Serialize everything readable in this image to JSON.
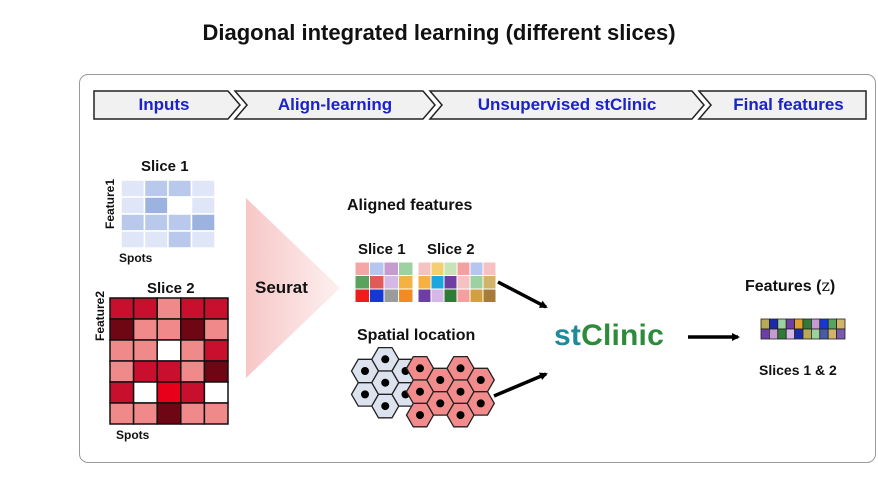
{
  "title": "Diagonal integrated learning (different slices)",
  "steps": [
    "Inputs",
    "Align-learning",
    "Unsupervised stClinic",
    "Final features"
  ],
  "inputs": {
    "slice1": {
      "label": "Slice 1",
      "ylabel": "Feature1",
      "xlabel": "Spots"
    },
    "slice2": {
      "label": "Slice 2",
      "ylabel": "Feature2",
      "xlabel": "Spots"
    }
  },
  "method": "Seurat",
  "aligned": {
    "title": "Aligned features",
    "slice1": "Slice 1",
    "slice2": "Slice 2"
  },
  "spatial": {
    "title": "Spatial location"
  },
  "model": {
    "name_prefix": "st",
    "name_rest": "Clinic"
  },
  "output": {
    "title_prefix": "Features (",
    "symbol": "z",
    "title_suffix": ")",
    "caption": "Slices 1 & 2"
  },
  "colors": {
    "step_text": "#1a22c8",
    "brand_st": "#1f8a9a",
    "brand_clinic": "#2e8b3c",
    "slice1_blue": "#b9c9ec",
    "slice2_red": "#c8102e",
    "cell_blue": "#dde3ee",
    "cell_red": "#f28b8b"
  }
}
